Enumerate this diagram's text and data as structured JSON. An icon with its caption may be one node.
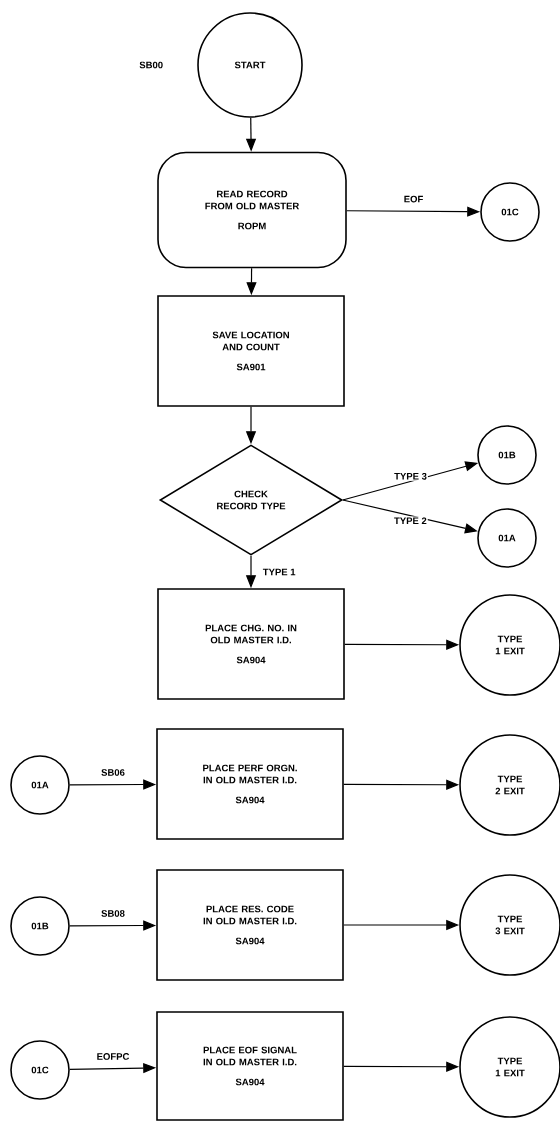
{
  "diagram": {
    "nodes": [
      {
        "text": [
          "START"
        ],
        "beside": [
          "SB00"
        ]
      },
      {
        "text": [
          "READ RECORD FROM OLD MASTER",
          "ROPM"
        ]
      },
      {
        "text": [
          "01C"
        ]
      },
      {
        "text": [
          "SAVE LOCATION AND COUNT",
          "SA901"
        ]
      },
      {
        "text": [
          "CHECK RECORD TYPE"
        ]
      },
      {
        "text": [
          "01B"
        ]
      },
      {
        "text": [
          "01A"
        ]
      },
      {
        "text": [
          "PLACE CHG. NO. IN OLD MASTER I.D.",
          "SA904"
        ]
      },
      {
        "text": [
          "TYPE 1 EXIT"
        ]
      },
      {
        "text": [
          "01A"
        ]
      },
      {
        "text": [
          "PLACE PERF ORGN. IN OLD MASTER I.D.",
          "SA904"
        ]
      },
      {
        "text": [
          "TYPE 2 EXIT"
        ]
      },
      {
        "text": [
          "01B"
        ]
      },
      {
        "text": [
          "PLACE RES. CODE IN OLD MASTER I.D.",
          "SA904"
        ]
      },
      {
        "text": [
          "TYPE 3 EXIT"
        ]
      },
      {
        "text": [
          "01C"
        ]
      },
      {
        "text": [
          "PLACE EOF SIGNAL IN OLD MASTER I.D.",
          "SA904"
        ]
      },
      {
        "text": [
          "TYPE 1 EXIT"
        ]
      }
    ],
    "edges": [
      {
        "from": 0,
        "to": 1,
        "arrow": "to"
      },
      {
        "from": 1,
        "to": 2,
        "arrow": "to",
        "label": "EOF"
      },
      {
        "from": 1,
        "to": 3,
        "arrow": "to"
      },
      {
        "from": 3,
        "to": 4,
        "arrow": "to"
      },
      {
        "from": 4,
        "to": 5,
        "arrow": "to",
        "label": "TYPE 3"
      },
      {
        "from": 4,
        "to": 6,
        "arrow": "to",
        "label": "TYPE 2"
      },
      {
        "from": 4,
        "to": 7,
        "arrow": "to",
        "label": "TYPE 1"
      },
      {
        "from": 7,
        "to": 8,
        "arrow": "to"
      },
      {
        "from": 9,
        "to": 10,
        "arrow": "to",
        "label": "SB06"
      },
      {
        "from": 10,
        "to": 11,
        "arrow": "to"
      },
      {
        "from": 12,
        "to": 13,
        "arrow": "to",
        "label": "SB08"
      },
      {
        "from": 13,
        "to": 14,
        "arrow": "to"
      },
      {
        "from": 15,
        "to": 16,
        "arrow": "to",
        "label": "EOFPC"
      },
      {
        "from": 16,
        "to": 17,
        "arrow": "to"
      }
    ]
  }
}
